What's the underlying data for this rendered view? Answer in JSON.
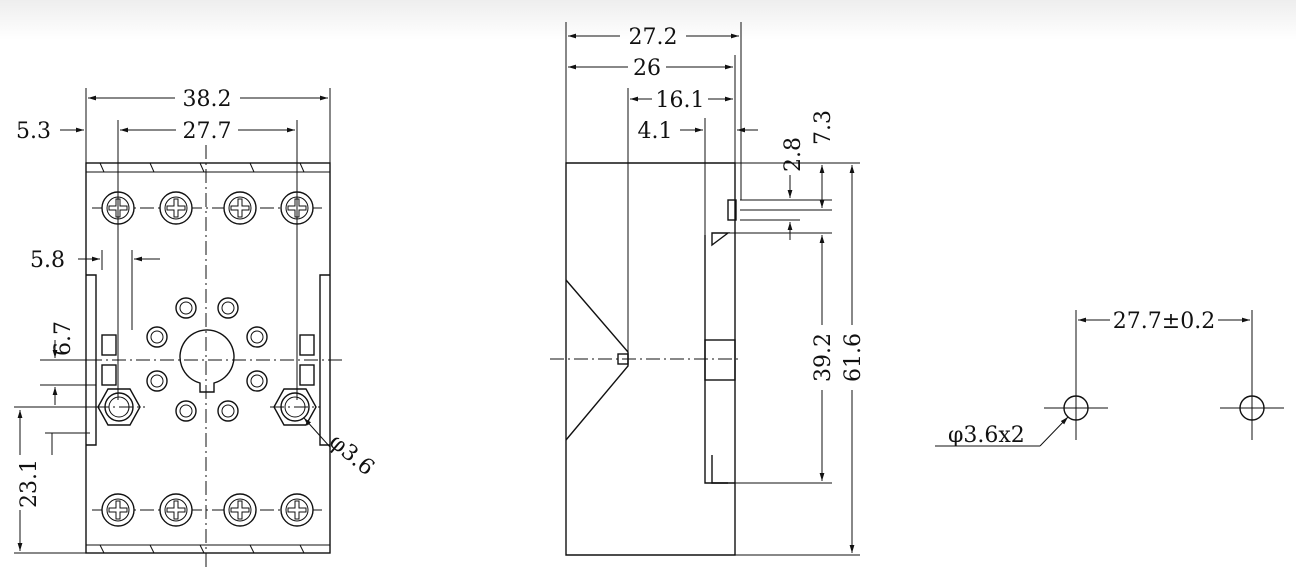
{
  "front_view": {
    "dim_overall_width": "38.2",
    "dim_pin_pitch": "27.7",
    "dim_side_offset": "5.3",
    "dim_slot_offset": "5.8",
    "dim_slot_height": "6.7",
    "dim_hole_height": "23.1",
    "dim_hole_diameter": "φ3.6"
  },
  "side_view": {
    "dim_total_depth": "27.2",
    "dim_body_depth": "26",
    "dim_latch_depth": "16.1",
    "dim_rail_offset": "4.1",
    "dim_tab_height": "2.8",
    "dim_tab_offset": "7.3",
    "dim_rail_height": "39.2",
    "dim_total_height": "61.6"
  },
  "mount_pattern": {
    "dim_hole_pitch": "27.7±0.2",
    "dim_holes": "φ3.6x2"
  }
}
